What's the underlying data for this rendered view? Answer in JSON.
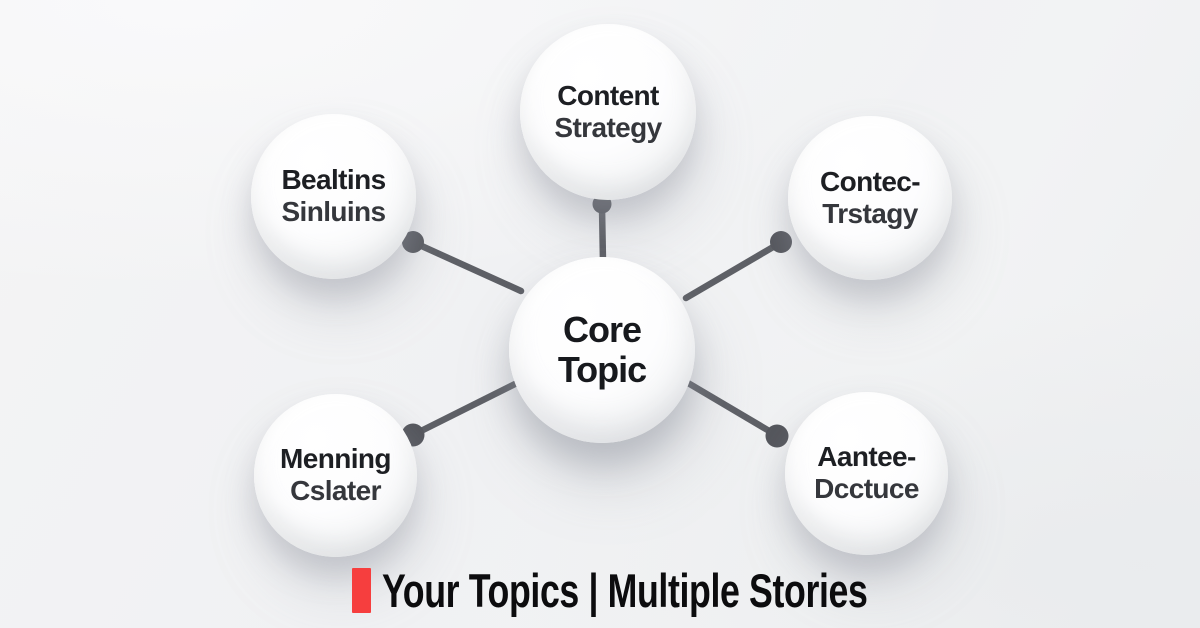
{
  "colors": {
    "background": "#f1f2f3",
    "circle_fill": "#fcfcfd",
    "connector": "#5e6066",
    "dot": "#55575d",
    "text_primary": "#1d1f23",
    "text_secondary": "#35373c",
    "accent_red": "#f63e3e",
    "footer_text": "#0c0c0e"
  },
  "diagram": {
    "center_node": {
      "label": "Core Topic"
    },
    "nodes": [
      {
        "id": "top",
        "line1": "Content",
        "line2": "Strategy"
      },
      {
        "id": "top-left",
        "line1": "Bealtins",
        "line2": "Sinluins"
      },
      {
        "id": "top-right",
        "line1": "Contec-",
        "line2": "Trstagy"
      },
      {
        "id": "bottom-left",
        "line1": "Menning",
        "line2": "Cslater"
      },
      {
        "id": "bottom-right",
        "line1": "Aantee-",
        "line2": "Dcctuce"
      }
    ]
  },
  "footer": {
    "title": "Your Topics | Multiple Stories"
  }
}
